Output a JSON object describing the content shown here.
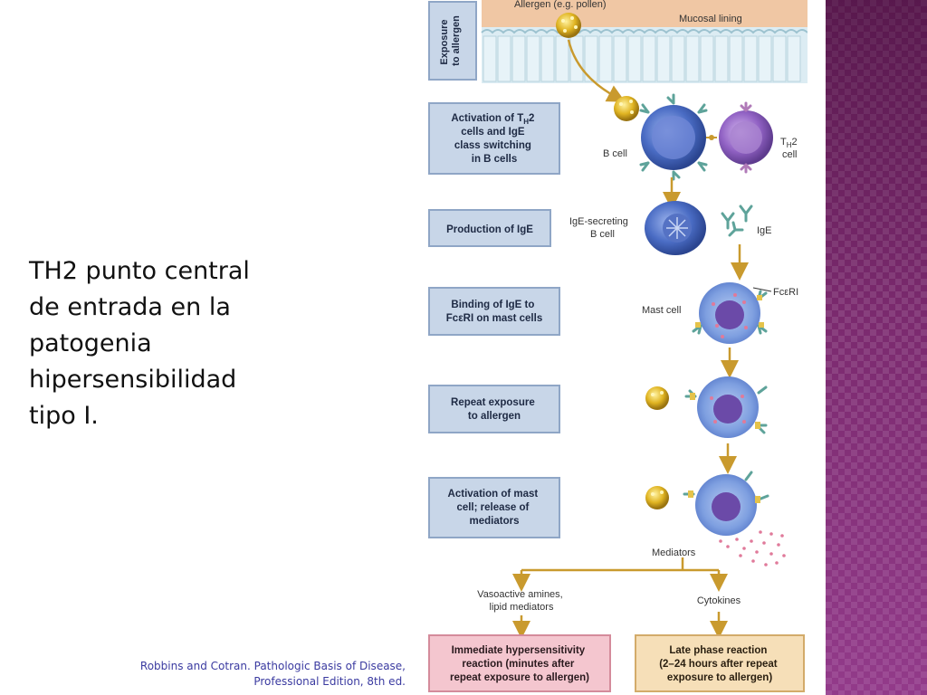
{
  "slide": {
    "body_lines": [
      "TH2 punto central",
      "de entrada en la",
      "patogenia",
      "hipersensibilidad",
      "tipo I."
    ],
    "citation_lines": [
      "Robbins and Cotran. Pathologic Basis of Disease,",
      "Professional Edition, 8th ed."
    ]
  },
  "diagram": {
    "step_exposure": [
      "Exposure",
      "to allergen"
    ],
    "step_activation": [
      "Activation of T",
      "H",
      "2",
      "cells and IgE",
      "class switching",
      "in B cells"
    ],
    "step_production": "Production of IgE",
    "step_binding": [
      "Binding of IgE to",
      "FcεRI on mast cells"
    ],
    "step_repeat": [
      "Repeat exposure",
      "to allergen"
    ],
    "step_activation_mast": [
      "Activation of mast",
      "cell; release of",
      "mediators"
    ],
    "label_allergen": "Allergen (e.g. pollen)",
    "label_mucosal": "Mucosal lining",
    "label_bcell": "B cell",
    "label_th2": [
      "T",
      "H",
      "2",
      "cell"
    ],
    "label_ige_secreting": [
      "IgE-secreting",
      "B cell"
    ],
    "label_ige": "IgE",
    "label_fceri": "FcεRI",
    "label_mast_cell": "Mast cell",
    "label_mediators": "Mediators",
    "label_vasoactive": [
      "Vasoactive amines,",
      "lipid mediators"
    ],
    "label_cytokines": "Cytokines",
    "outcome_immediate": [
      "Immediate hypersensitivity",
      "reaction (minutes after",
      "repeat exposure to allergen)"
    ],
    "outcome_late": [
      "Late phase reaction",
      "(2–24 hours after repeat",
      "exposure to allergen)"
    ]
  },
  "colors": {
    "band": "#7b2a6e",
    "step_box": "#c8d6e8",
    "step_border": "#8fa6c6",
    "outcome_immediate": "#f4c6cf",
    "outcome_late": "#f6dfb8",
    "arrow": "#c99a2e",
    "cell_blue": "#3d5fb3",
    "cell_purple": "#8a5fb8",
    "mucosa_top": "#f0c7a4",
    "citation_text": "#3a3aa0"
  }
}
